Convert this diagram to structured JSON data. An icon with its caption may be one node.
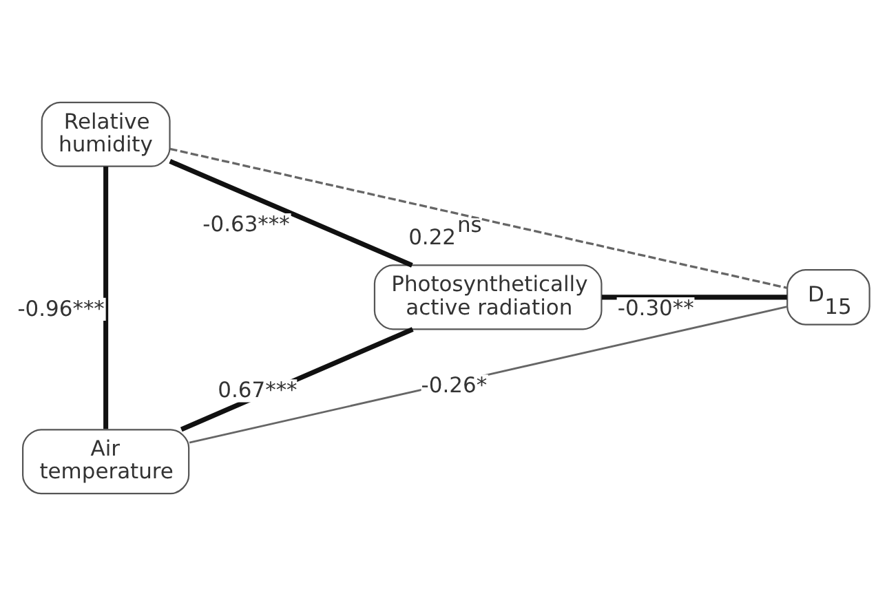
{
  "diagram": {
    "nodes": [
      {
        "text": [
          "Relative humidity"
        ]
      },
      {
        "text": [
          "Air temperature"
        ]
      },
      {
        "text": [
          "Photosynthetically active radiation"
        ]
      },
      {
        "text": [
          "D$_{15}$"
        ]
      }
    ],
    "edges": [
      {
        "from": 0,
        "to": 1,
        "arrow": "none",
        "label": "-0.96***"
      },
      {
        "from": 0,
        "to": 2,
        "arrow": "none",
        "label": "-0.63***"
      },
      {
        "from": 0,
        "to": 3,
        "arrow": "none",
        "label": "0.22$^{ns}$",
        "style": "dashed",
        "color": "#666666"
      },
      {
        "from": 2,
        "to": 3,
        "arrow": "none",
        "label": "-0.30**"
      },
      {
        "from": 1,
        "to": 2,
        "arrow": "none",
        "label": "0.67***"
      },
      {
        "from": 1,
        "to": 3,
        "arrow": "none",
        "label": "-0.26*",
        "color": "#666666"
      }
    ]
  }
}
